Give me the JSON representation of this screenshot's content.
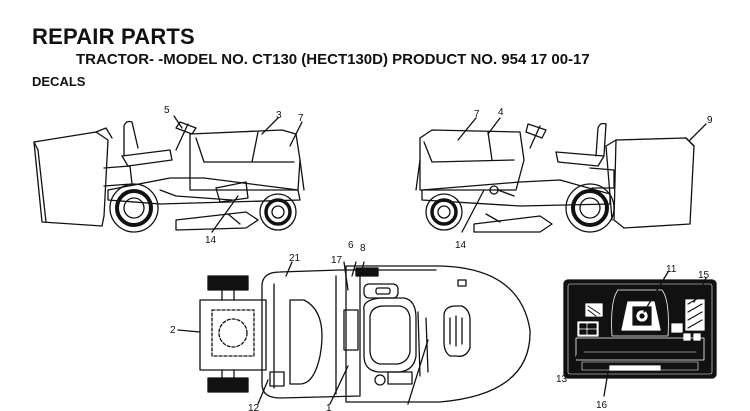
{
  "header": {
    "title": "REPAIR PARTS",
    "model_line": "TRACTOR- -MODEL NO. CT130 (HECT130D) PRODUCT NO. 954 17 00-17",
    "section": "DECALS"
  },
  "callouts": {
    "c1": "1",
    "c2": "2",
    "c3": "3",
    "c4": "4",
    "c5": "5",
    "c6": "6",
    "c7a": "7",
    "c7b": "7",
    "c8": "8",
    "c9": "9",
    "c11": "11",
    "c12": "12",
    "c13": "13",
    "c14a": "14",
    "c14b": "14",
    "c15": "15",
    "c16": "16",
    "c17": "17",
    "c21": "21"
  }
}
